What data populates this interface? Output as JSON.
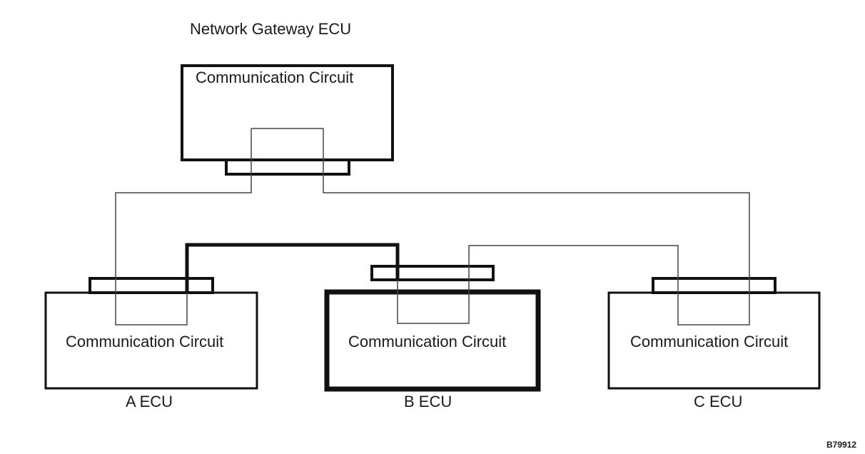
{
  "gateway": {
    "title": "Network Gateway ECU",
    "circuit_label": "Communication Circuit"
  },
  "ecus": [
    {
      "name": "A ECU",
      "circuit_label": "Communication Circuit"
    },
    {
      "name": "B ECU",
      "circuit_label": "Communication Circuit"
    },
    {
      "name": "C ECU",
      "circuit_label": "Communication Circuit"
    }
  ],
  "figure_code": "B79912"
}
